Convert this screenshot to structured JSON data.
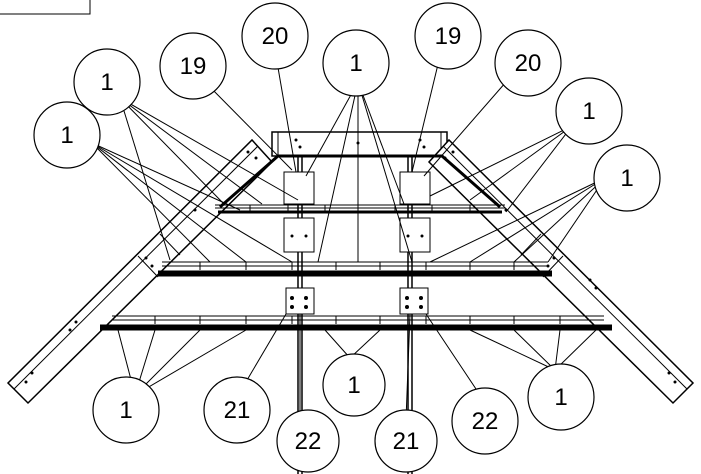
{
  "callouts": {
    "c01": "1",
    "c02": "1",
    "c03": "19",
    "c04": "20",
    "c05": "1",
    "c06": "19",
    "c07": "20",
    "c08": "1",
    "c09": "1",
    "c10": "1",
    "c11": "21",
    "c12": "22",
    "c13": "1",
    "c14": "21",
    "c15": "22",
    "c16": "1"
  }
}
